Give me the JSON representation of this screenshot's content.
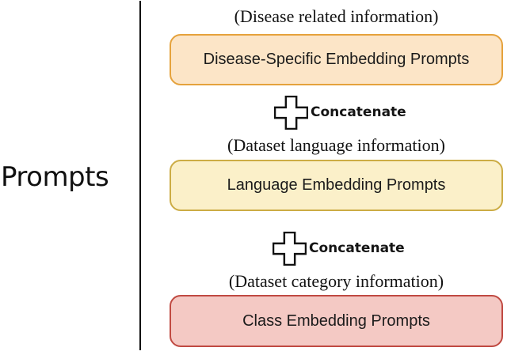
{
  "diagram": {
    "left_label": "Prompts",
    "groups": [
      {
        "caption": "(Disease related information)",
        "box_label": "Disease-Specific Embedding Prompts",
        "bg": "#FCE5C7",
        "border": "#E5A23C"
      },
      {
        "caption": "(Dataset language information)",
        "box_label": "Language Embedding Prompts",
        "bg": "#FBF0C9",
        "border": "#CCAC45"
      },
      {
        "caption": "(Dataset category information)",
        "box_label": "Class Embedding Prompts",
        "bg": "#F4C9C4",
        "border": "#C04A42"
      }
    ],
    "operators": [
      {
        "label": "Concatenate"
      },
      {
        "label": "Concatenate"
      }
    ],
    "colors": {
      "divider": "#111111"
    }
  }
}
